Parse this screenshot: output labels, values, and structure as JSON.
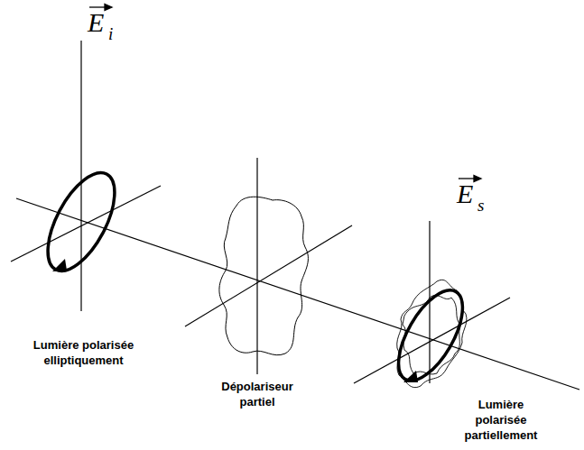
{
  "diagram": {
    "labels": [
      "E",
      "i",
      "Lumière polarisée elliptiquement",
      "Dépolariseur partiel",
      "E",
      "s",
      "Lumière polarisée partiellement"
    ]
  }
}
